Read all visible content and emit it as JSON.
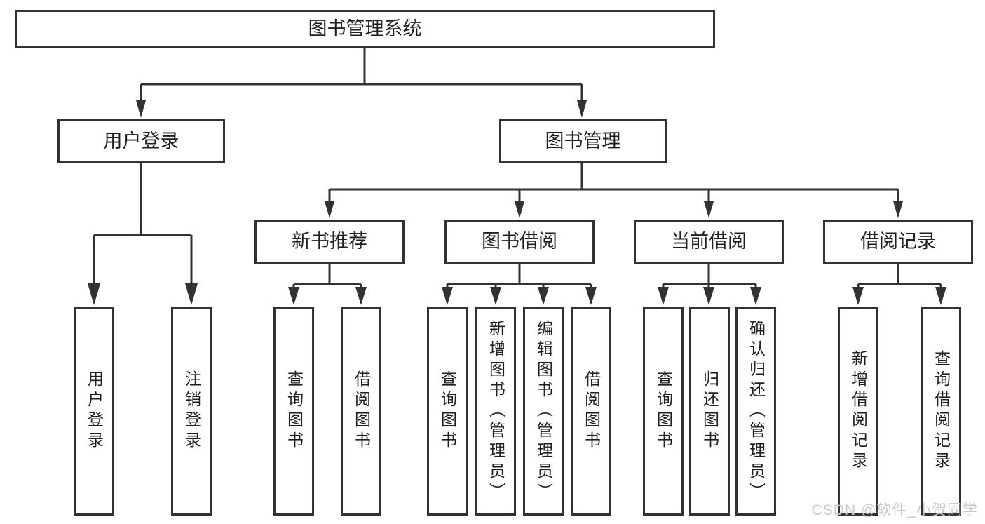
{
  "colors": {
    "line": "#323232",
    "text": "#1f1f1f",
    "background": "#ffffff",
    "watermark": "#c9c9c9"
  },
  "watermark": "CSDN @软件_小贺同学",
  "nodes": {
    "root": {
      "label": "图书管理系统"
    },
    "level2": [
      {
        "label": "用户登录"
      },
      {
        "label": "图书管理"
      }
    ],
    "level3": [
      {
        "label": "新书推荐"
      },
      {
        "label": "图书借阅"
      },
      {
        "label": "当前借阅"
      },
      {
        "label": "借阅记录"
      }
    ],
    "leaves": {
      "user_login": [
        "用户登录",
        "注销登录"
      ],
      "new_books": [
        "查询图书",
        "借阅图书"
      ],
      "book_borrowing": [
        "查询图书",
        "新增图书（管理员）",
        "编辑图书（管理员）",
        "借阅图书"
      ],
      "current_borrowing": [
        "查询图书",
        "归还图书",
        "确认归还（管理员）"
      ],
      "borrowing_records": [
        "新增借阅记录",
        "查询借阅记录"
      ]
    }
  }
}
